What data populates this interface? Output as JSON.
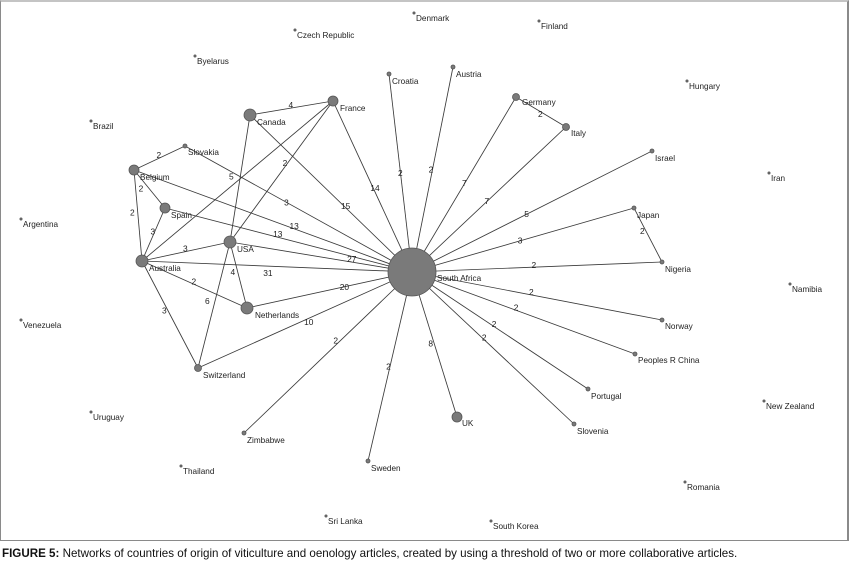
{
  "figure": {
    "caption_label": "FIGURE 5:",
    "caption_text": " Networks of countries of origin of viticulture and oenology articles, created by using a threshold of two or more collaborative articles."
  },
  "colors": {
    "node_fill": "#7a7a7a",
    "edge": "#3a3a3a",
    "text": "#222222"
  },
  "nodes": [
    {
      "id": "south_africa",
      "label": "South Africa",
      "size": "hub"
    },
    {
      "id": "australia",
      "label": "Australia",
      "size": "large"
    },
    {
      "id": "usa",
      "label": "USA",
      "size": "large"
    },
    {
      "id": "netherlands",
      "label": "Netherlands",
      "size": "large"
    },
    {
      "id": "canada",
      "label": "Canada",
      "size": "large"
    },
    {
      "id": "france",
      "label": "France",
      "size": "medium"
    },
    {
      "id": "belgium",
      "label": "Belgium",
      "size": "medium"
    },
    {
      "id": "spain",
      "label": "Spain",
      "size": "medium"
    },
    {
      "id": "switzerland",
      "label": "Switzerland",
      "size": "small"
    },
    {
      "id": "uk",
      "label": "UK",
      "size": "medium"
    },
    {
      "id": "slovakia",
      "label": "Slovakia",
      "size": "tiny"
    },
    {
      "id": "croatia",
      "label": "Croatia",
      "size": "tiny"
    },
    {
      "id": "austria",
      "label": "Austria",
      "size": "tiny"
    },
    {
      "id": "germany",
      "label": "Germany",
      "size": "small"
    },
    {
      "id": "italy",
      "label": "Italy",
      "size": "small"
    },
    {
      "id": "israel",
      "label": "Israel",
      "size": "tiny"
    },
    {
      "id": "japan",
      "label": "Japan",
      "size": "tiny"
    },
    {
      "id": "nigeria",
      "label": "Nigeria",
      "size": "tiny"
    },
    {
      "id": "norway",
      "label": "Norway",
      "size": "tiny"
    },
    {
      "id": "china",
      "label": "Peoples R China",
      "size": "tiny"
    },
    {
      "id": "portugal",
      "label": "Portugal",
      "size": "tiny"
    },
    {
      "id": "slovenia",
      "label": "Slovenia",
      "size": "tiny"
    },
    {
      "id": "sweden",
      "label": "Sweden",
      "size": "tiny"
    },
    {
      "id": "zimbabwe",
      "label": "Zimbabwe",
      "size": "tiny"
    },
    {
      "id": "denmark",
      "label": "Denmark",
      "size": "isolated"
    },
    {
      "id": "finland",
      "label": "Finland",
      "size": "isolated"
    },
    {
      "id": "czech",
      "label": "Czech Republic",
      "size": "isolated"
    },
    {
      "id": "byelarus",
      "label": "Byelarus",
      "size": "isolated"
    },
    {
      "id": "hungary",
      "label": "Hungary",
      "size": "isolated"
    },
    {
      "id": "brazil",
      "label": "Brazil",
      "size": "isolated"
    },
    {
      "id": "iran",
      "label": "Iran",
      "size": "isolated"
    },
    {
      "id": "argentina",
      "label": "Argentina",
      "size": "isolated"
    },
    {
      "id": "namibia",
      "label": "Namibia",
      "size": "isolated"
    },
    {
      "id": "venezuela",
      "label": "Venezuela",
      "size": "isolated"
    },
    {
      "id": "new_zealand",
      "label": "New Zealand",
      "size": "isolated"
    },
    {
      "id": "uruguay",
      "label": "Uruguay",
      "size": "isolated"
    },
    {
      "id": "thailand",
      "label": "Thailand",
      "size": "isolated"
    },
    {
      "id": "romania",
      "label": "Romania",
      "size": "isolated"
    },
    {
      "id": "sri_lanka",
      "label": "Sri Lanka",
      "size": "isolated"
    },
    {
      "id": "south_korea",
      "label": "South Korea",
      "size": "isolated"
    }
  ],
  "edges": [
    {
      "source": "south_africa",
      "target": "australia",
      "weight": "31"
    },
    {
      "source": "south_africa",
      "target": "usa",
      "weight": "27"
    },
    {
      "source": "south_africa",
      "target": "netherlands",
      "weight": "20"
    },
    {
      "source": "south_africa",
      "target": "canada",
      "weight": "15"
    },
    {
      "source": "south_africa",
      "target": "france",
      "weight": "14"
    },
    {
      "source": "south_africa",
      "target": "belgium",
      "weight": "13"
    },
    {
      "source": "south_africa",
      "target": "spain",
      "weight": "13"
    },
    {
      "source": "south_africa",
      "target": "switzerland",
      "weight": "10"
    },
    {
      "source": "south_africa",
      "target": "uk",
      "weight": "8"
    },
    {
      "source": "south_africa",
      "target": "germany",
      "weight": "7"
    },
    {
      "source": "south_africa",
      "target": "italy",
      "weight": "7"
    },
    {
      "source": "south_africa",
      "target": "israel",
      "weight": "5"
    },
    {
      "source": "south_africa",
      "target": "slovakia",
      "weight": "3"
    },
    {
      "source": "south_africa",
      "target": "japan",
      "weight": "3"
    },
    {
      "source": "south_africa",
      "target": "croatia",
      "weight": "2"
    },
    {
      "source": "south_africa",
      "target": "austria",
      "weight": "2"
    },
    {
      "source": "south_africa",
      "target": "nigeria",
      "weight": "2"
    },
    {
      "source": "south_africa",
      "target": "norway",
      "weight": "2"
    },
    {
      "source": "south_africa",
      "target": "china",
      "weight": "2"
    },
    {
      "source": "south_africa",
      "target": "portugal",
      "weight": "2"
    },
    {
      "source": "south_africa",
      "target": "slovenia",
      "weight": "2"
    },
    {
      "source": "south_africa",
      "target": "sweden",
      "weight": "2"
    },
    {
      "source": "south_africa",
      "target": "zimbabwe",
      "weight": "2"
    },
    {
      "source": "canada",
      "target": "france",
      "weight": "4"
    },
    {
      "source": "canada",
      "target": "usa",
      "weight": "5"
    },
    {
      "source": "france",
      "target": "usa",
      "weight": "2"
    },
    {
      "source": "france",
      "target": "australia",
      "weight": ""
    },
    {
      "source": "belgium",
      "target": "slovakia",
      "weight": "2"
    },
    {
      "source": "belgium",
      "target": "spain",
      "weight": "2"
    },
    {
      "source": "belgium",
      "target": "australia",
      "weight": "2"
    },
    {
      "source": "spain",
      "target": "australia",
      "weight": "3"
    },
    {
      "source": "australia",
      "target": "usa",
      "weight": "3"
    },
    {
      "source": "australia",
      "target": "netherlands",
      "weight": "2"
    },
    {
      "source": "australia",
      "target": "switzerland",
      "weight": "3"
    },
    {
      "source": "usa",
      "target": "netherlands",
      "weight": "4"
    },
    {
      "source": "usa",
      "target": "switzerland",
      "weight": "6"
    },
    {
      "source": "germany",
      "target": "italy",
      "weight": "2"
    },
    {
      "source": "japan",
      "target": "nigeria",
      "weight": "2"
    }
  ]
}
